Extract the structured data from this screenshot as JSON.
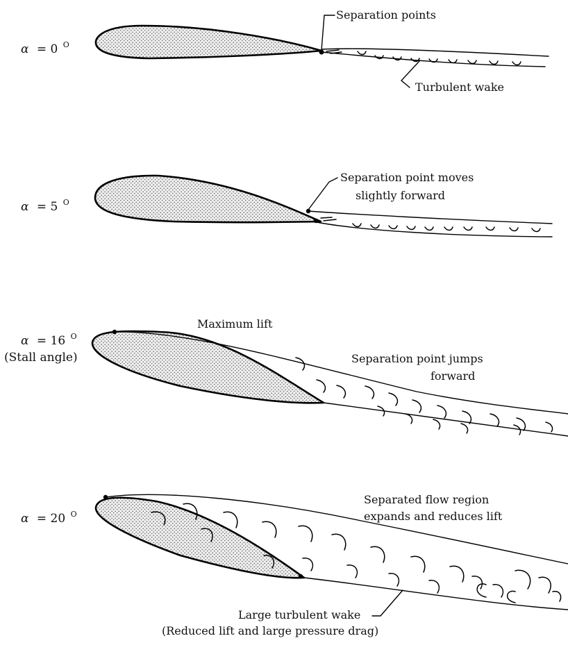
{
  "panels": [
    {
      "alpha_symbol": "α",
      "alpha_value": "= 0",
      "alpha_unit": "O",
      "alpha_note": "",
      "labels": [
        "Separation points",
        "Turbulent wake"
      ]
    },
    {
      "alpha_symbol": "α",
      "alpha_value": "= 5",
      "alpha_unit": "O",
      "alpha_note": "",
      "labels": [
        "Separation point moves",
        "slightly forward"
      ]
    },
    {
      "alpha_symbol": "α",
      "alpha_value": "= 16",
      "alpha_unit": "O",
      "alpha_note": "(Stall angle)",
      "labels": [
        "Maximum lift",
        "Separation point jumps",
        "forward"
      ]
    },
    {
      "alpha_symbol": "α",
      "alpha_value": "= 20",
      "alpha_unit": "O",
      "alpha_note": "",
      "labels": [
        "Separated flow region",
        "expands and reduces lift",
        "Large turbulent wake",
        "(Reduced lift and large pressure drag)"
      ]
    }
  ],
  "colors": {
    "ink": "#000000",
    "stipple": "#555555",
    "background": "#ffffff"
  }
}
